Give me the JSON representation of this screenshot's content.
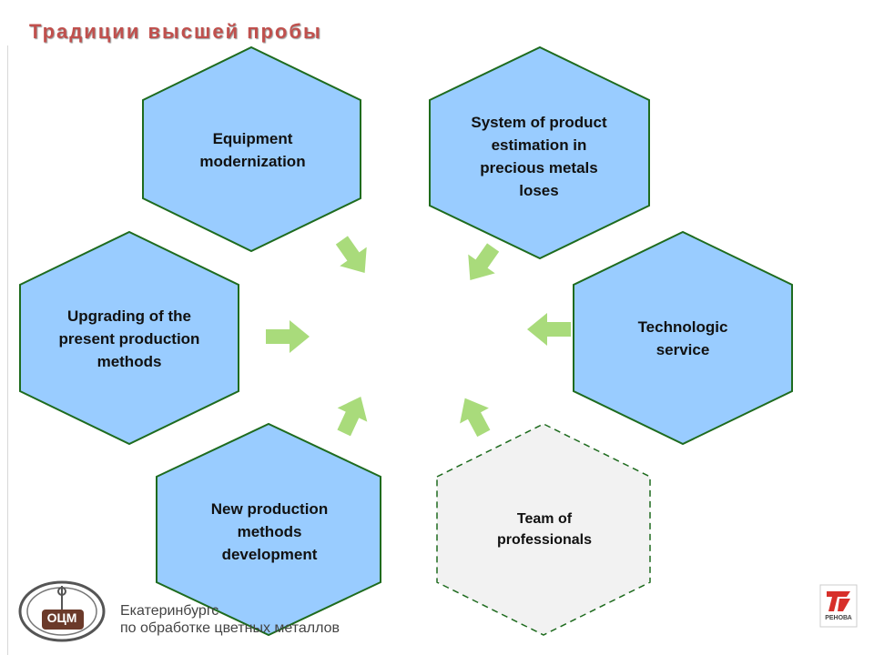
{
  "header": {
    "title": "Традиции высшей пробы"
  },
  "diagram": {
    "nodes": [
      {
        "id": "equipment",
        "label": "Equipment modernization",
        "style": "primary"
      },
      {
        "id": "system",
        "label": "System of product estimation in precious metals loses",
        "style": "primary"
      },
      {
        "id": "technologic",
        "label": "Technologic service",
        "style": "primary"
      },
      {
        "id": "team",
        "label": "Team of professionals",
        "style": "highlight-dashed"
      },
      {
        "id": "new_methods",
        "label": "New production methods development",
        "style": "primary"
      },
      {
        "id": "upgrading",
        "label": "Upgrading of the present production methods",
        "style": "primary"
      }
    ],
    "colors": {
      "hex_fill": "#99ccff",
      "hex_stroke": "#1e6b1e",
      "team_fill": "#f2f2f2",
      "arrow_fill": "#a9db7b",
      "title": "#c0504d"
    }
  },
  "footer": {
    "logo_mark": "ОЦМ",
    "line1": "Екатеринбургс",
    "line2": "по обработке цветных металлов",
    "partner_logo": "РЕНОВА"
  }
}
